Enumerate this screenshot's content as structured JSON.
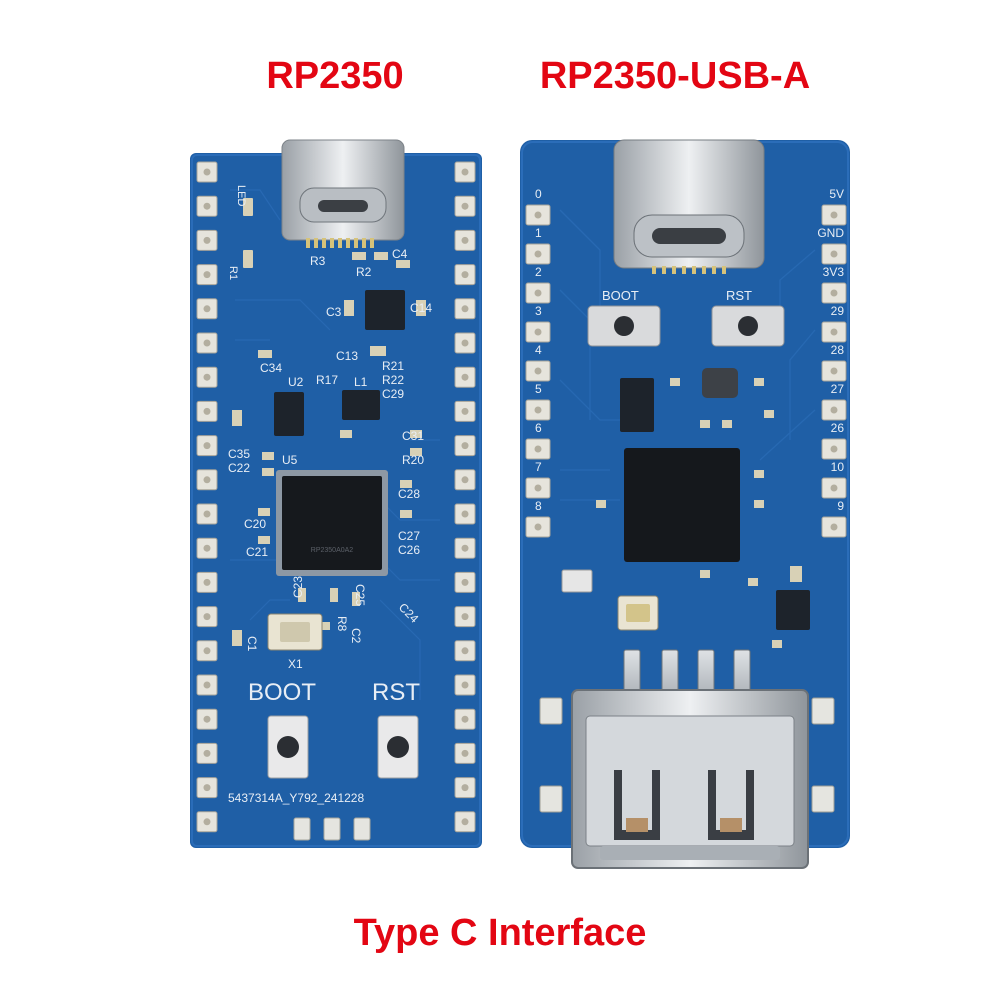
{
  "titles": {
    "left": "RP2350",
    "right": "RP2350-USB-A",
    "bottom": "Type C Interface"
  },
  "left_board": {
    "silk": {
      "led": "LED",
      "r1": "R1",
      "r3": "R3",
      "r2": "R2",
      "c4": "C4",
      "c3": "C3",
      "c14": "C14",
      "c13": "C13",
      "u2": "U2",
      "l1": "L1",
      "c34": "C34",
      "r17": "R17",
      "r22": "R22",
      "r21": "R21",
      "c29": "C29",
      "c31": "C31",
      "r20": "R20",
      "c35": "C35",
      "c22": "C22",
      "u5": "U5",
      "c28": "C28",
      "c20": "C20",
      "c21": "C21",
      "c27": "C27",
      "c26": "C26",
      "c23": "C23",
      "c25": "C25",
      "c24": "C24",
      "r8": "R8",
      "c2": "C2",
      "c1": "C1",
      "x1": "X1",
      "boot": "BOOT",
      "rst": "RST",
      "chip_marking": "RP2350A0A2",
      "serial": "5437314A_Y792_241228"
    }
  },
  "right_board": {
    "silk": {
      "boot": "BOOT",
      "rst": "RST",
      "left_pins": [
        "0",
        "1",
        "2",
        "3",
        "4",
        "5",
        "6",
        "7",
        "8"
      ],
      "right_pins": [
        "5V",
        "GND",
        "3V3",
        "29",
        "28",
        "27",
        "26",
        "10",
        "9"
      ]
    }
  },
  "colors": {
    "title_red": "#e30613",
    "pcb_blue": "#1f5fa6",
    "pcb_dark": "#174a86",
    "pad_gold": "#c9b98a",
    "silver": "#c8ccd0",
    "silk": "#e8eef5"
  }
}
